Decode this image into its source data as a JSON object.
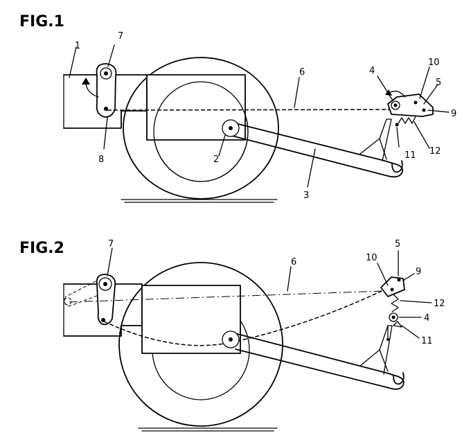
{
  "figure1": {
    "title": "FIG.1",
    "labels": {
      "l1": "1",
      "l2": "2",
      "l3": "3",
      "l4": "4",
      "l5": "5",
      "l6": "6",
      "l7": "7",
      "l8": "8",
      "l9": "9",
      "l10": "10",
      "l11": "11",
      "l12": "12"
    }
  },
  "figure2": {
    "title": "FIG.2",
    "labels": {
      "l4": "4",
      "l5": "5",
      "l6": "6",
      "l7": "7",
      "l9": "9",
      "l10": "10",
      "l11": "11",
      "l12": "12"
    }
  }
}
